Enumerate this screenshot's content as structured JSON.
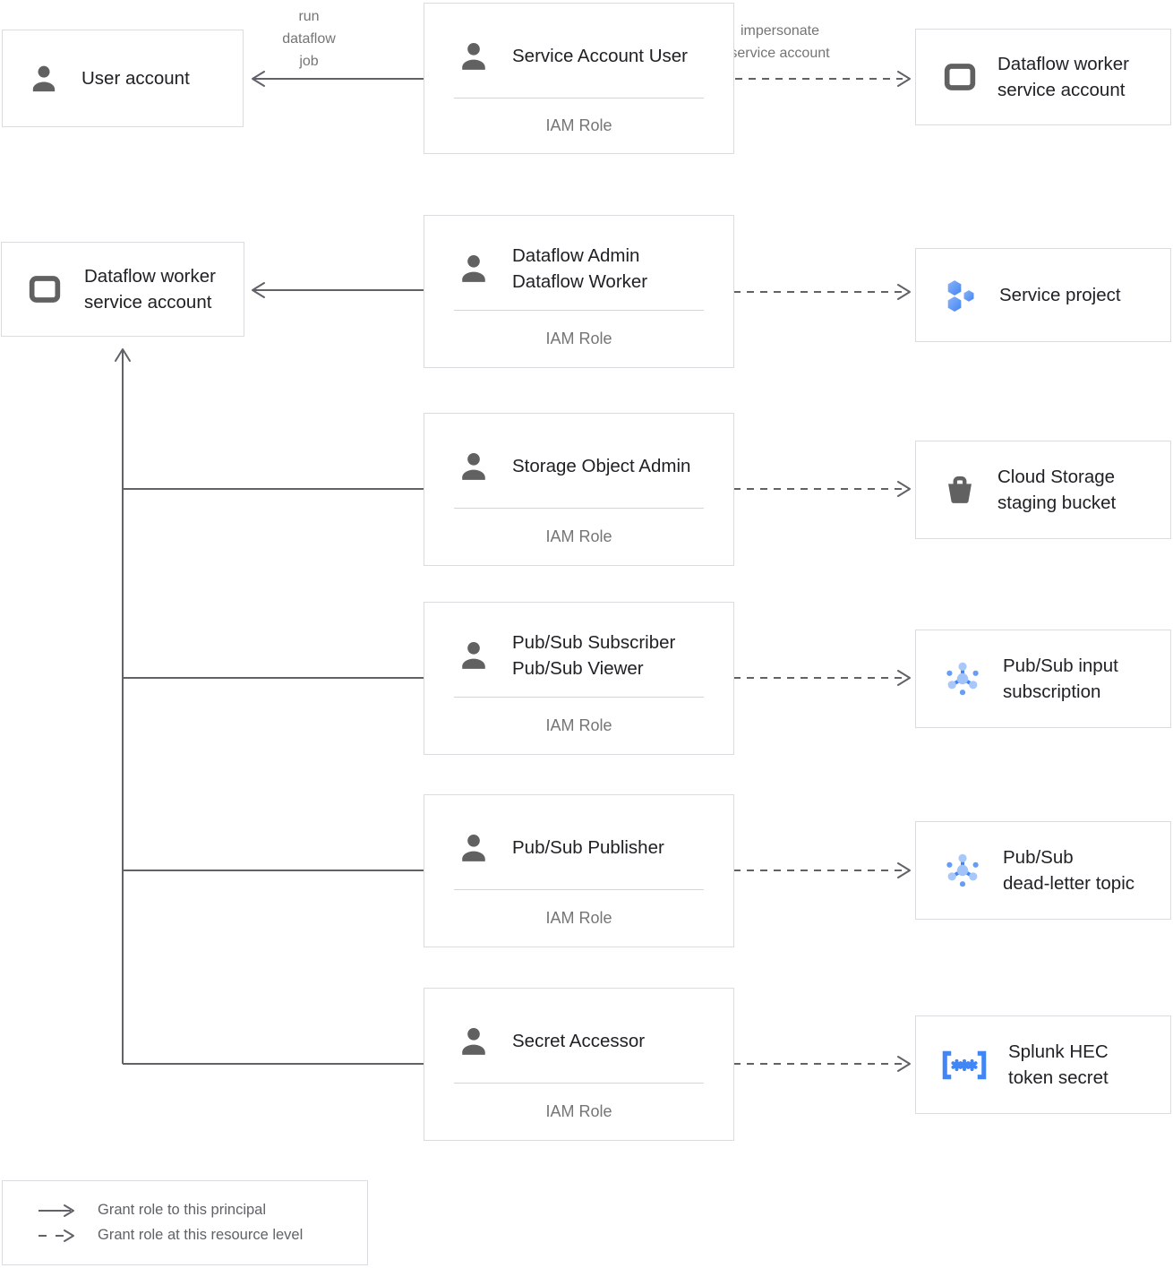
{
  "diagram": {
    "edge_labels": {
      "run": [
        "run",
        "dataflow",
        "job"
      ],
      "impersonate": [
        "impersonate",
        "service account"
      ]
    },
    "principals": [
      {
        "icon": "person-icon",
        "lines": [
          "User account"
        ]
      },
      {
        "icon": "service-account-icon",
        "lines": [
          "Dataflow worker",
          "service account"
        ]
      }
    ],
    "roles": [
      {
        "icon": "person-icon",
        "title_lines": [
          "Service Account User"
        ],
        "subtitle": "IAM Role"
      },
      {
        "icon": "person-icon",
        "title_lines": [
          "Dataflow Admin",
          "Dataflow Worker"
        ],
        "subtitle": "IAM Role"
      },
      {
        "icon": "person-icon",
        "title_lines": [
          "Storage Object Admin"
        ],
        "subtitle": "IAM Role"
      },
      {
        "icon": "person-icon",
        "title_lines": [
          "Pub/Sub Subscriber",
          "Pub/Sub Viewer"
        ],
        "subtitle": "IAM Role"
      },
      {
        "icon": "person-icon",
        "title_lines": [
          "Pub/Sub Publisher"
        ],
        "subtitle": "IAM Role"
      },
      {
        "icon": "person-icon",
        "title_lines": [
          "Secret Accessor"
        ],
        "subtitle": "IAM Role"
      }
    ],
    "resources": [
      {
        "icon": "service-account-icon",
        "lines": [
          "Dataflow worker",
          "service account"
        ]
      },
      {
        "icon": "project-icon",
        "lines": [
          "Service project"
        ]
      },
      {
        "icon": "bucket-icon",
        "lines": [
          "Cloud Storage",
          "staging bucket"
        ]
      },
      {
        "icon": "pubsub-icon",
        "lines": [
          "Pub/Sub input",
          "subscription"
        ]
      },
      {
        "icon": "pubsub-icon",
        "lines": [
          "Pub/Sub",
          "dead-letter topic"
        ]
      },
      {
        "icon": "secret-icon",
        "lines": [
          "Splunk HEC",
          "token secret"
        ]
      }
    ],
    "legend": {
      "items": [
        {
          "arrow": "solid",
          "label": "Grant role to this principal"
        },
        {
          "arrow": "dashed",
          "label": "Grant role at this resource level"
        }
      ]
    },
    "colors": {
      "accent_blue": "#4285f4",
      "light_blue": "#a8c7fa",
      "medium_blue": "#669df6",
      "icon_gray": "#616161",
      "line_gray": "#5f6368",
      "border_gray": "#dadce0",
      "title_text": "#202124",
      "muted_text": "#757575"
    }
  }
}
